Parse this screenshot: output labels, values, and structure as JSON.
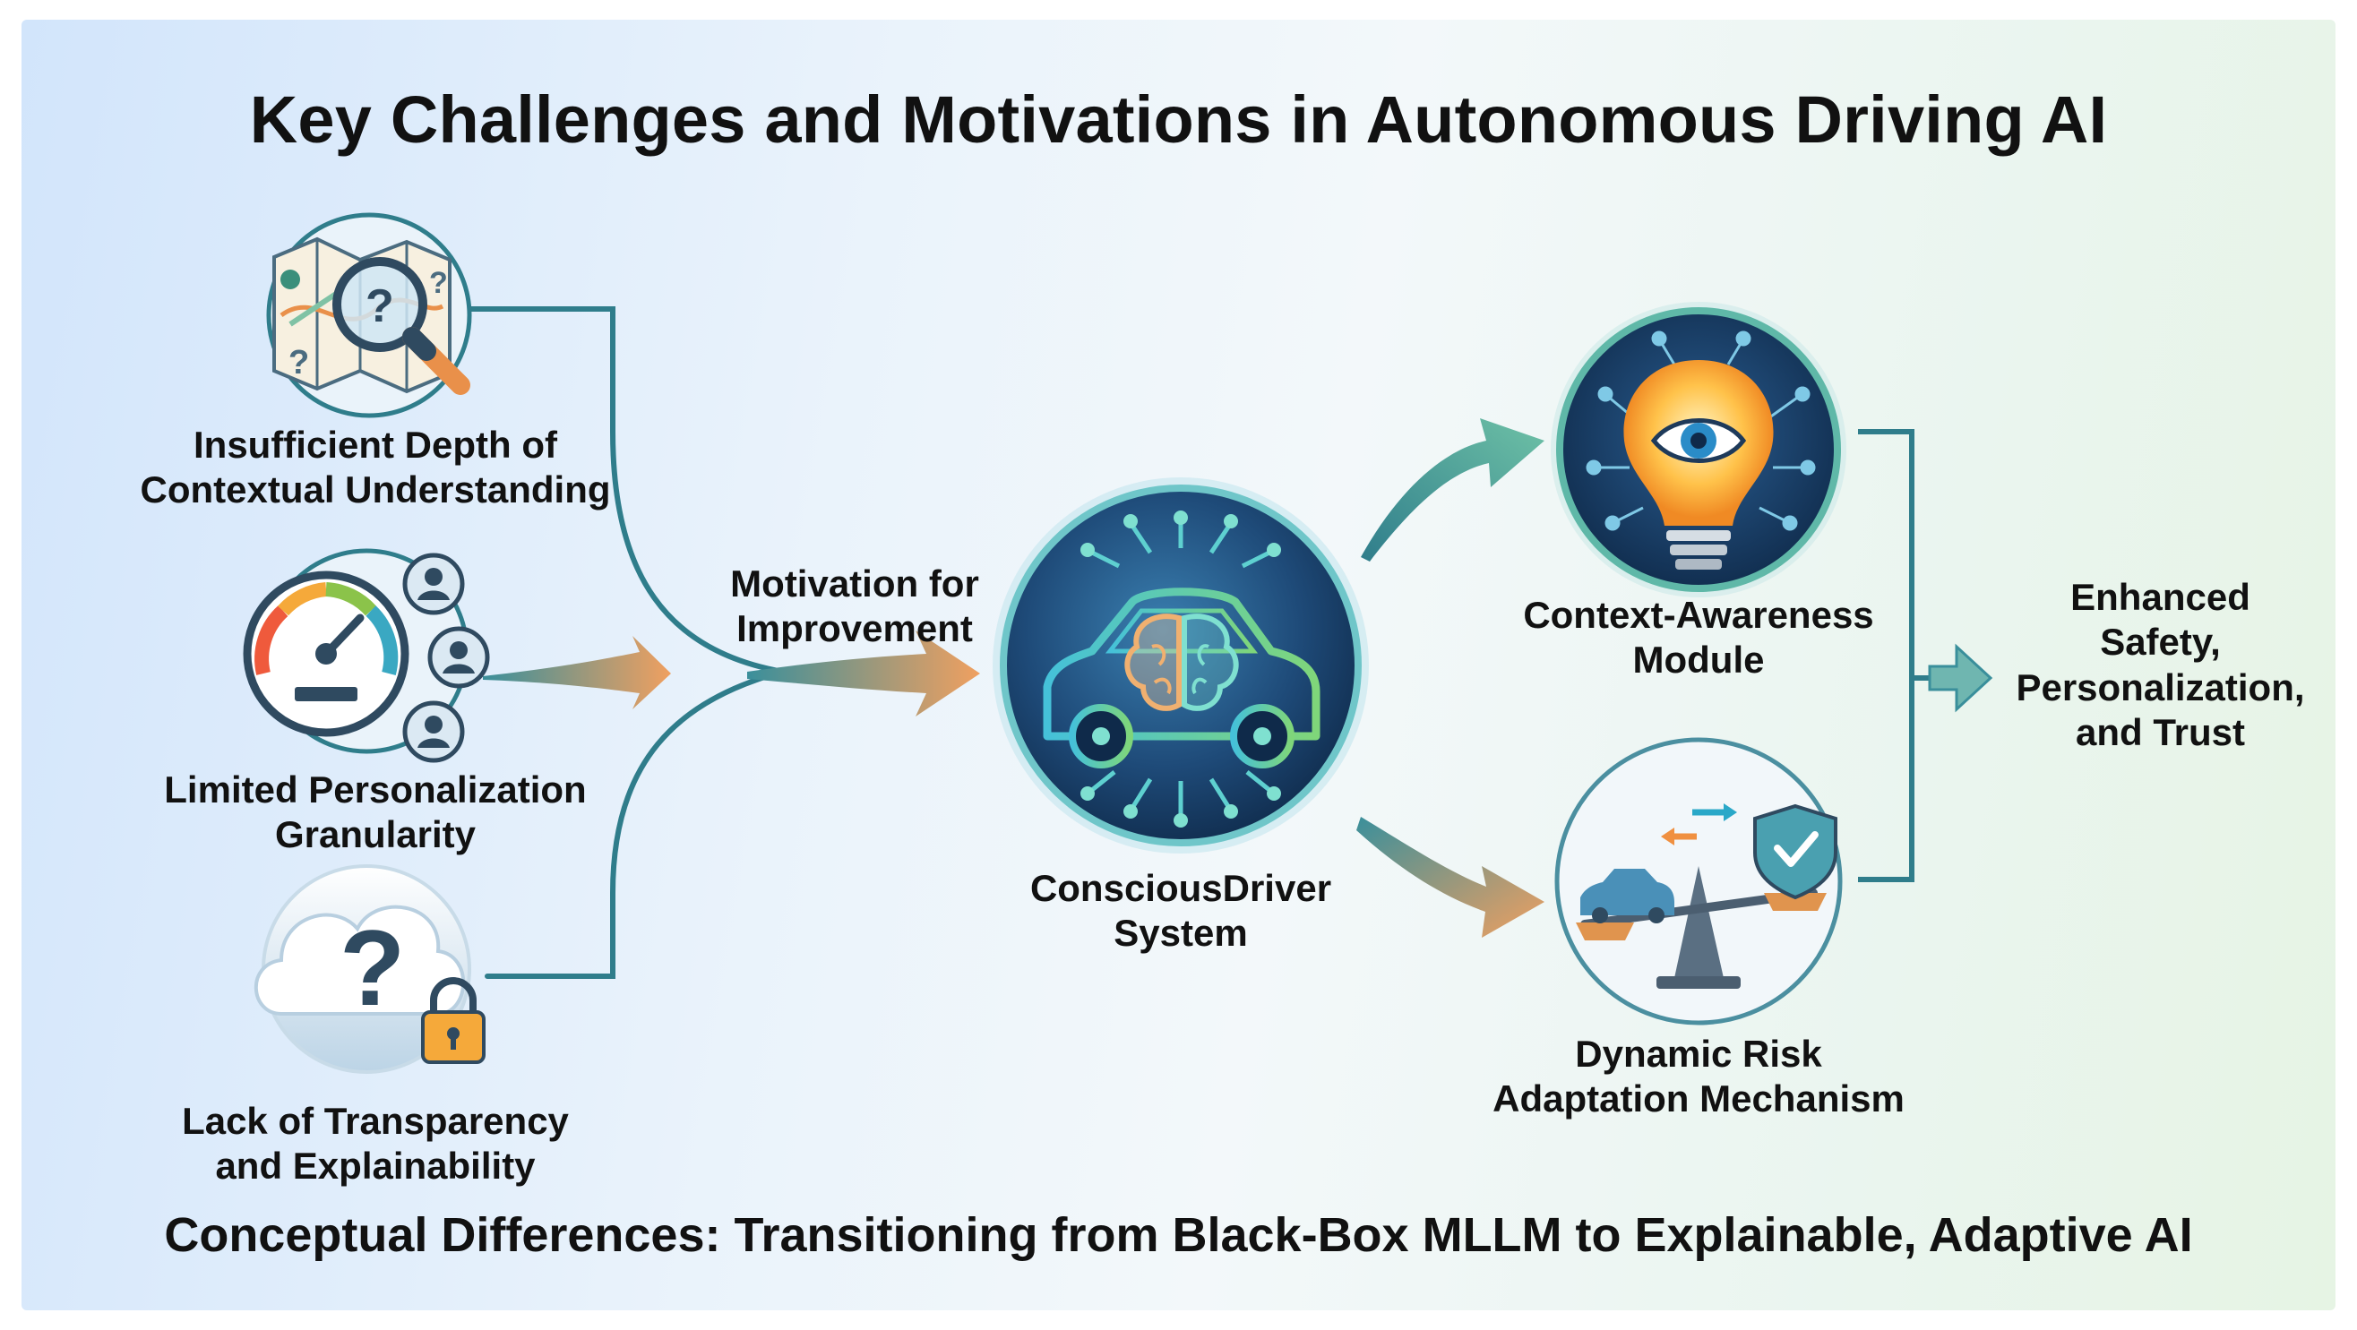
{
  "title": "Key Challenges and Motivations in Autonomous Driving AI",
  "subtitle": "Conceptual Differences: Transitioning from Black-Box MLLM to Explainable, Adaptive AI",
  "challenges": [
    {
      "label": "Insufficient Depth of\nContextual Understanding",
      "icon": "map-magnifier-icon"
    },
    {
      "label": "Limited Personalization\nGranularity",
      "icon": "gauge-users-icon"
    },
    {
      "label": "Lack of Transparency\nand Explainability",
      "icon": "cloud-lock-icon"
    }
  ],
  "motivation_label": "Motivation for\nImprovement",
  "core": {
    "label": "ConsciousDriver\nSystem",
    "icon": "car-brain-icon"
  },
  "modules": [
    {
      "label": "Context-Awareness\nModule",
      "icon": "lightbulb-eye-icon"
    },
    {
      "label": "Dynamic Risk\nAdaptation Mechanism",
      "icon": "balance-scale-icon"
    }
  ],
  "outcome_label": "Enhanced\nSafety,\nPersonalization,\nand Trust",
  "colors": {
    "teal": "#3a8f9b",
    "orange": "#f0a060",
    "core_blue": "#1e4a78"
  }
}
